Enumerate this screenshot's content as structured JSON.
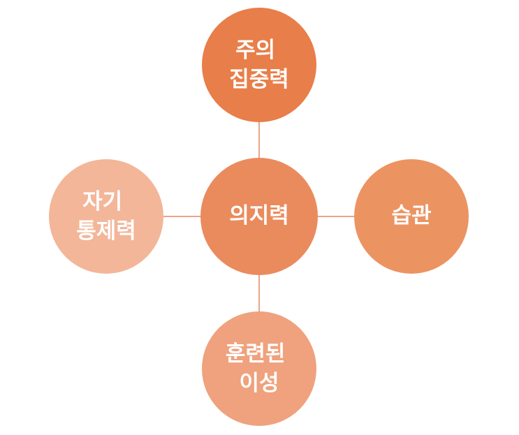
{
  "diagram": {
    "center": {
      "lines": [
        "의지력"
      ],
      "color": "#ea8b5d"
    },
    "top": {
      "lines": [
        "주의",
        "집중력"
      ],
      "color": "#e87e49"
    },
    "right": {
      "lines": [
        "습관"
      ],
      "color": "#ec9362"
    },
    "bottom": {
      "lines": [
        "훈련된",
        "이성"
      ],
      "color": "#efa27d"
    },
    "left": {
      "lines": [
        "자기",
        "통제력"
      ],
      "color": "#f3b699"
    }
  }
}
